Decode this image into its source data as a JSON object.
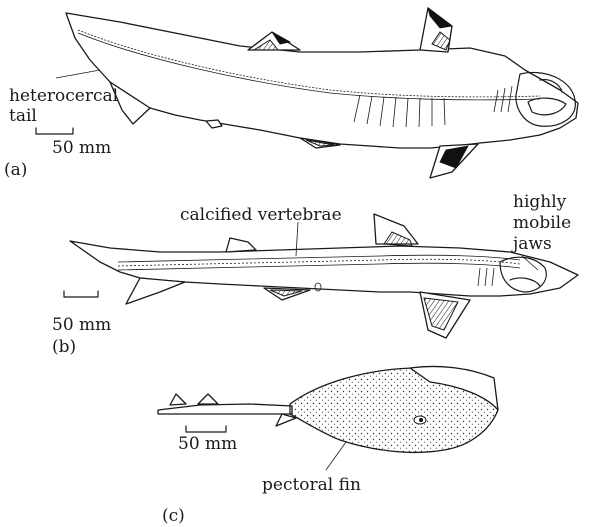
{
  "panels": {
    "a": {
      "label": "(a)",
      "tail_label_line1": "heterocercal",
      "tail_label_line2": "tail",
      "scale": "50 mm"
    },
    "b": {
      "label": "(b)",
      "vertebrae_label": "calcified vertebrae",
      "jaws_label_line1": "highly",
      "jaws_label_line2": "mobile",
      "jaws_label_line3": "jaws",
      "scale": "50 mm"
    },
    "c": {
      "label": "(c)",
      "fin_label": "pectoral fin",
      "scale": "50 mm"
    }
  }
}
